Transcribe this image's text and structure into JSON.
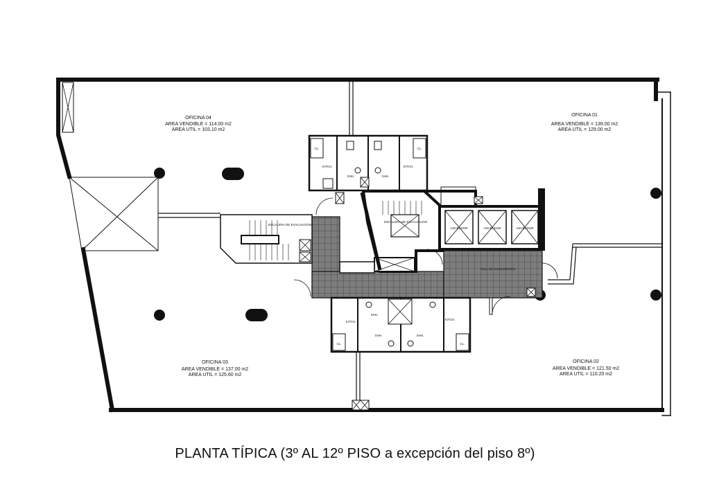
{
  "offices": [
    {
      "name": "OFICINA 04",
      "vendible": "AREA VENDIBLE  =  114.00  m2",
      "util": "AREA UTIL  =  103.10  m2"
    },
    {
      "name": "OFICINA 01",
      "vendible": "AREA VENDIBLE  =  139.00  m2",
      "util": "AREA UTIL  =  129.00  m2"
    },
    {
      "name": "OFICINA 03",
      "vendible": "AREA VENDIBLE  =  137.00  m2",
      "util": "AREA UTIL  =  125.60  m2"
    },
    {
      "name": "OFICINA 02",
      "vendible": "AREA VENDIBLE  =  121.50  m2",
      "util": "AREA UTIL  =  110.20  m2"
    }
  ],
  "rooms": {
    "cl": "CL.",
    "kitch": "KITCH.",
    "shh": "SHH.",
    "ascensor": "ASCENSOR",
    "escalera_evac": "ESCALERA DE EVACUACION",
    "hall": "HALL DE ASCENSORES"
  },
  "caption": "PLANTA TÍPICA (3º AL 12º PISO a excepción del piso 8º)",
  "colors": {
    "line": "#111111",
    "floor_tile": "#7d7d7d",
    "tile_grid": "#3a3a3a"
  }
}
